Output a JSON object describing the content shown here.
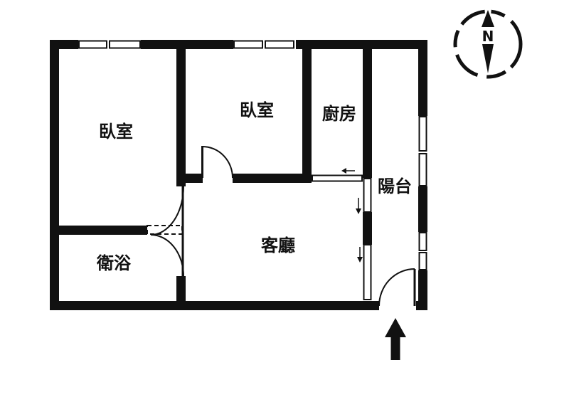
{
  "floor_plan": {
    "rooms": {
      "bedroom_1": "臥室",
      "bedroom_2": "臥室",
      "kitchen": "廚房",
      "balcony": "陽台",
      "living_room": "客廳",
      "bathroom": "衛浴"
    },
    "compass": {
      "north_label": "N"
    },
    "colors": {
      "wall": "#111111",
      "line": "#111111",
      "background": "#ffffff"
    }
  }
}
